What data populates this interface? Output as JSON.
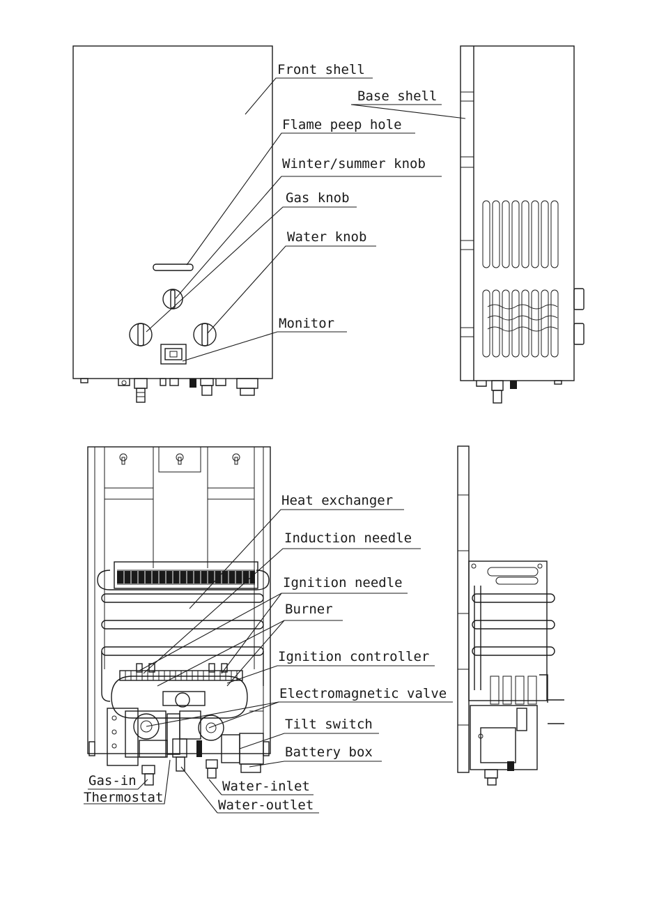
{
  "labels": {
    "front_shell": "Front shell",
    "base_shell": "Base shell",
    "flame_peep_hole": "Flame peep hole",
    "winter_summer_knob": "Winter/summer knob",
    "gas_knob": "Gas knob",
    "water_knob": "Water knob",
    "monitor": "Monitor",
    "heat_exchanger": "Heat exchanger",
    "induction_needle": "Induction needle",
    "ignition_needle": "Ignition needle",
    "burner": "Burner",
    "ignition_controller": "Ignition controller",
    "electromagnetic_valve": "Electromagnetic valve",
    "tilt_switch": "Tilt switch",
    "battery_box": "Battery box",
    "gas_in": "Gas-in",
    "thermostat": "Thermostat",
    "water_inlet": "Water-inlet",
    "water_outlet": "Water-outlet"
  }
}
